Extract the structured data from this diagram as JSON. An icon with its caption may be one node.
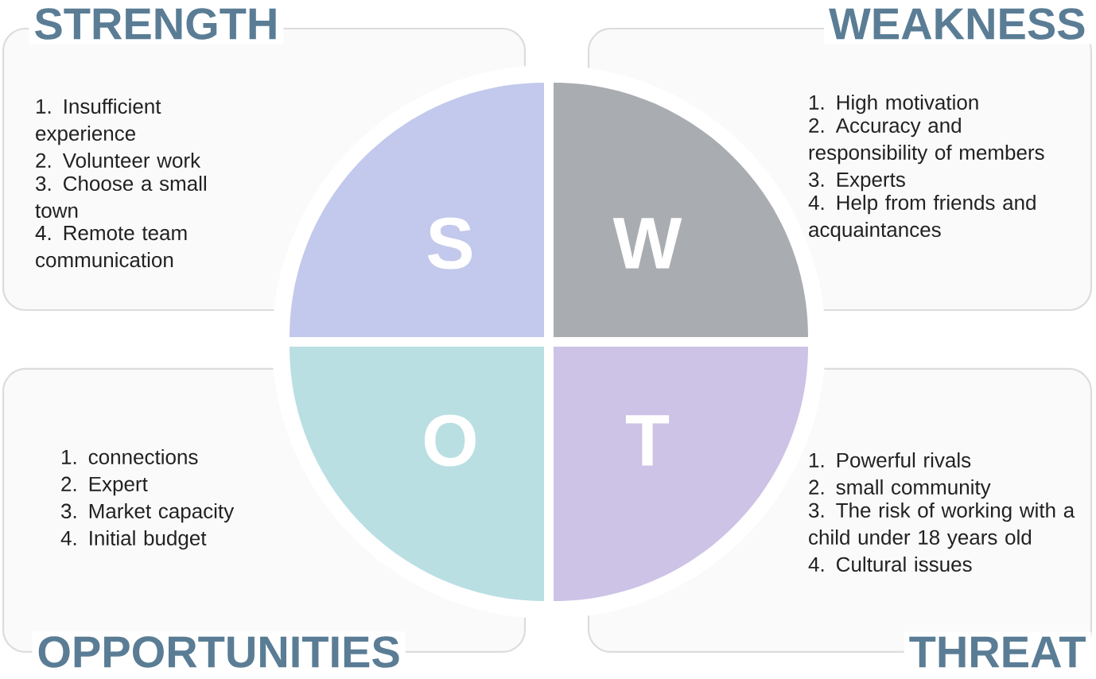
{
  "diagram": {
    "nodes": [
      {
        "text": [
          "STRENGTH",
          "1. Insufficient experience",
          "2. Volunteer work",
          "3. Choose a small town",
          "4. Remote team communication"
        ]
      },
      {
        "text": [
          "WEAKNESS",
          "1. High motivation",
          "2. Accuracy and responsibility of members",
          "3. Experts",
          "4. Help from friends and acquaintances"
        ]
      },
      {
        "text": [
          "1. connections",
          "2. Expert",
          "3. Market capacity",
          "4. Initial budget",
          "OPPORTUNITIES"
        ]
      },
      {
        "text": [
          "1. Powerful rivals",
          "2. small community",
          "3. The risk of working with a child under 18 years old",
          "4. Cultural issues",
          "THREAT"
        ]
      },
      {
        "text": [
          "S"
        ]
      },
      {
        "text": [
          "W"
        ]
      },
      {
        "text": [
          "O"
        ]
      },
      {
        "text": [
          "T"
        ]
      }
    ]
  }
}
